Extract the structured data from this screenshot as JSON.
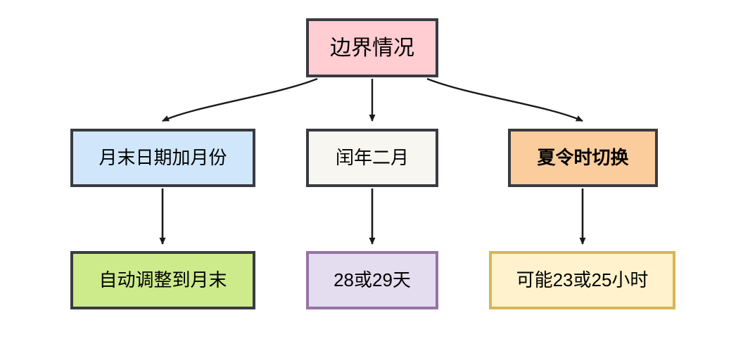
{
  "diagram": {
    "type": "flowchart",
    "direction": "top-down",
    "nodes": [
      {
        "id": "root",
        "label": "边界情况",
        "fill": "#ffcdd2",
        "stroke": "#393b42",
        "level": 0
      },
      {
        "id": "month-end",
        "label": "月末日期加月份",
        "fill": "#d0e7fb",
        "stroke": "#393b42",
        "level": 1
      },
      {
        "id": "leap-feb",
        "label": "闰年二月",
        "fill": "#f7f6f0",
        "stroke": "#393b42",
        "level": 1
      },
      {
        "id": "dst",
        "label": "夏令时切换",
        "fill": "#fbcd9c",
        "stroke": "#393b42",
        "level": 1
      },
      {
        "id": "auto-adjust",
        "label": "自动调整到月末",
        "fill": "#cdeb8b",
        "stroke": "#393b42",
        "level": 2
      },
      {
        "id": "days-2829",
        "label": "28或29天",
        "fill": "#e4dcef",
        "stroke": "#9673a6",
        "level": 2
      },
      {
        "id": "hours-2325",
        "label": "可能23或25小时",
        "fill": "#fff2cc",
        "stroke": "#d6b656",
        "level": 2
      }
    ],
    "edges": [
      {
        "from": "root",
        "to": "month-end",
        "style": "curved",
        "arrow": "end"
      },
      {
        "from": "root",
        "to": "leap-feb",
        "style": "straight",
        "arrow": "end"
      },
      {
        "from": "root",
        "to": "dst",
        "style": "curved",
        "arrow": "end"
      },
      {
        "from": "month-end",
        "to": "auto-adjust",
        "style": "straight",
        "arrow": "end"
      },
      {
        "from": "leap-feb",
        "to": "days-2829",
        "style": "straight",
        "arrow": "end"
      },
      {
        "from": "dst",
        "to": "hours-2325",
        "style": "straight",
        "arrow": "end"
      }
    ],
    "edge_color": "#1a1a1a",
    "background": "#ffffff"
  }
}
